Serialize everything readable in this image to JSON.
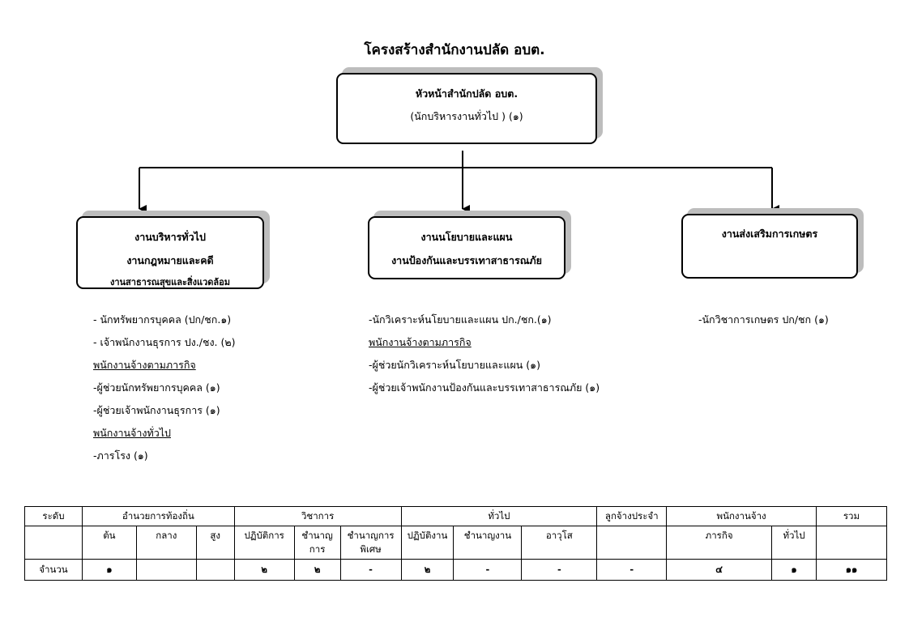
{
  "title": "โครงสร้างสำนักงานปลัด  อบต.",
  "head": {
    "title": "หัวหน้าสำนักปลัด อบต.",
    "subtitle": "(นักบริหารงานทั่วไป ) (๑)"
  },
  "units": [
    {
      "lines": [
        "งานบริหารทั่วไป",
        "งานกฎหมายและคดี",
        "งานสาธารณสุขและสิ่งแวดล้อม"
      ],
      "staff": [
        {
          "text": "- นักทรัพยากรบุคคล (ปก/ชก.๑)",
          "underline": false
        },
        {
          "text": "- เจ้าพนักงานธุรการ ปง./ชง. (๒)",
          "underline": false
        },
        {
          "text": "พนักงานจ้างตามภารกิจ",
          "underline": true
        },
        {
          "text": "-ผู้ช่วยนักทรัพยากรบุคคล (๑)",
          "underline": false
        },
        {
          "text": "-ผู้ช่วยเจ้าพนักงานธุรการ (๑)",
          "underline": false
        },
        {
          "text": "พนักงานจ้างทั่วไป",
          "underline": true
        },
        {
          "text": "-ภารโรง (๑)",
          "underline": false
        }
      ]
    },
    {
      "lines": [
        "งานนโยบายและแผน",
        "งานป้องกันและบรรเทาสาธารณภัย"
      ],
      "staff": [
        {
          "text": "-นักวิเคราะห์นโยบายและแผน  ปก./ชก.(๑)",
          "underline": false
        },
        {
          "text": "พนักงานจ้างตามภารกิจ",
          "underline": true
        },
        {
          "text": "-ผู้ช่วยนักวิเคราะห์นโยบายและแผน (๑)",
          "underline": false
        },
        {
          "text": "-ผู้ช่วยเจ้าพนักงานป้องกันและบรรเทาสาธารณภัย (๑)",
          "underline": false
        }
      ]
    },
    {
      "lines": [
        "งานส่งเสริมการเกษตร"
      ],
      "staff": [
        {
          "text": "-นักวิชาการเกษตร ปก/ชก (๑)",
          "underline": false
        }
      ]
    }
  ],
  "table": {
    "row1": {
      "level": "ระดับ",
      "local_admin": "อำนวยการท้องถิ่น",
      "academic": "วิชาการ",
      "general": "ทั่วไป",
      "permanent": "ลูกจ้างประจำ",
      "employee": "พนักงานจ้าง",
      "total": "รวม"
    },
    "row2": {
      "la_1": "ต้น",
      "la_2": "กลาง",
      "la_3": "สูง",
      "ac_1": "ปฏิบัติการ",
      "ac_2": "ชำนาญการ",
      "ac_3": "ชำนาญการพิเศษ",
      "ge_1": "ปฏิบัติงาน",
      "ge_2": "ชำนาญงาน",
      "ge_3": "อาวุโส",
      "em_1": "ภารกิจ",
      "em_2": "ทั่วไป"
    },
    "row3": {
      "label": "จำนวน",
      "la_1": "๑",
      "la_2": "",
      "la_3": "",
      "ac_1": "๒",
      "ac_2": "๒",
      "ac_3": "-",
      "ge_1": "๒",
      "ge_2": "-",
      "ge_3": "-",
      "permanent": "-",
      "em_1": "๔",
      "em_2": "๑",
      "total": "๑๑"
    }
  }
}
